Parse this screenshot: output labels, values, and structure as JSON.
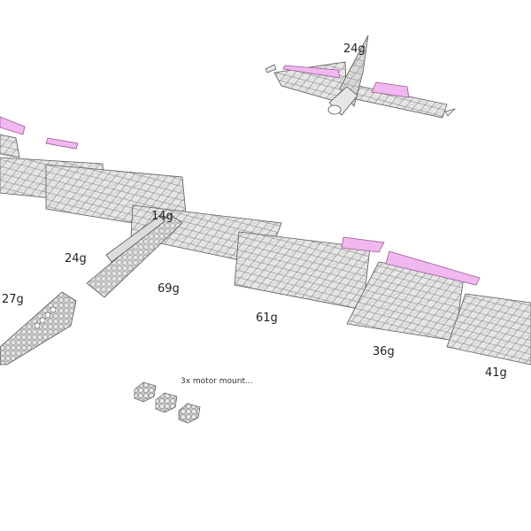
{
  "weights": {
    "tail": "24g",
    "pod_small": "14g",
    "pod_side": "24g",
    "fuselage": "27g",
    "wing_center": "69g",
    "wing_inner": "61g",
    "wing_mid": "36g",
    "wing_tip": "41g"
  },
  "motor_mount_note": "3x motor mount...",
  "colors": {
    "part_fill": "#e6e6e6",
    "part_stroke": "#555555",
    "hatch": "#8a8a8a",
    "control_surface": "#f0b8ee",
    "control_surface_stroke": "#9a5a96"
  }
}
